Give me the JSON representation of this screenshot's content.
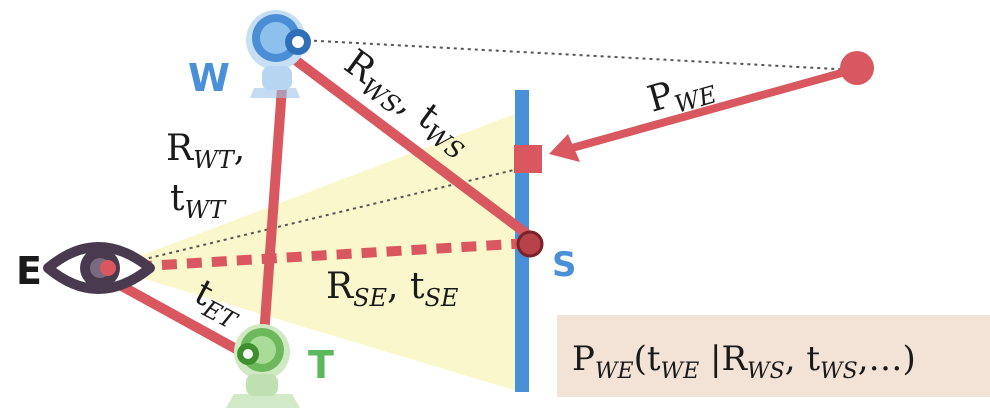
{
  "nodes": {
    "world": {
      "label": "W",
      "color": "#4a90d9",
      "icon": "camera-icon"
    },
    "tracker": {
      "label": "T",
      "color": "#5cb85c",
      "icon": "camera-icon"
    },
    "eye": {
      "label": "E",
      "color": "#1a1a1a",
      "icon": "eye-icon"
    },
    "screen": {
      "label": "S",
      "color": "#4a90d9"
    }
  },
  "relations": {
    "ws": {
      "R": "R",
      "R_sub": "WS",
      "sep": ", ",
      "t": "t",
      "t_sub": "WS"
    },
    "wt_line1": {
      "R": "R",
      "R_sub": "WT",
      "sep": ","
    },
    "wt_line2": {
      "t": "t",
      "t_sub": "WT"
    },
    "se": {
      "R": "R",
      "R_sub": "SE",
      "sep": ", ",
      "t": "t",
      "t_sub": "SE"
    },
    "et": {
      "t": "t",
      "t_sub": "ET"
    },
    "pwe": {
      "P": "P",
      "P_sub": "WE"
    }
  },
  "formula": {
    "P": "P",
    "P_sub": "WE",
    "open": "(",
    "t": "t",
    "t_sub": "WE",
    "bar": " |",
    "R": "R",
    "R_sub": "WS",
    "sep": ", ",
    "t2": "t",
    "t2_sub": "WS",
    "tail": ",…)"
  },
  "colors": {
    "link": "#d9575e",
    "screen_bar": "#4a90d9",
    "frustum": "#fbf7cc",
    "formula_bg": "#f3e2d6",
    "point": "#d9575e"
  }
}
